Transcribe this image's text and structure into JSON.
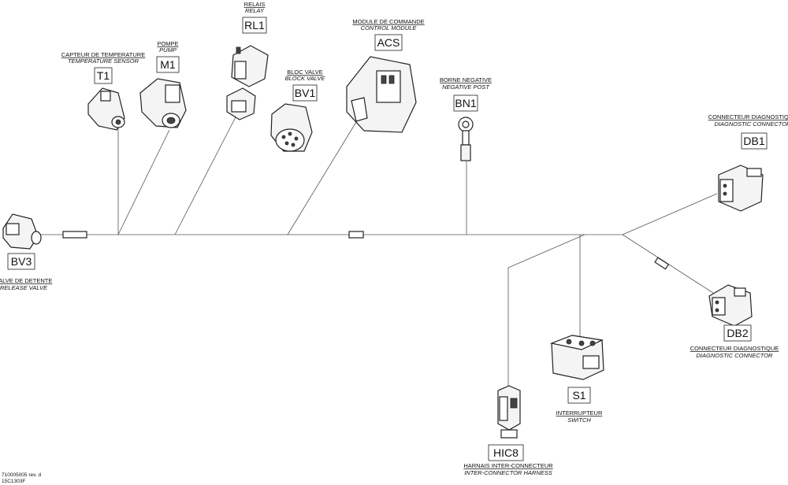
{
  "components": {
    "t1": {
      "code": "T1",
      "fr": "CAPTEUR DE TEMPERATURE",
      "en": "TEMPERATURE SENSOR"
    },
    "m1": {
      "code": "M1",
      "fr": "POMPE",
      "en": "PUMP"
    },
    "rl1": {
      "code": "RL1",
      "fr": "RELAIS",
      "en": "RELAY"
    },
    "bv1": {
      "code": "BV1",
      "fr": "BLOC VALVE",
      "en": "BLOCK VALVE"
    },
    "acs": {
      "code": "ACS",
      "fr": "MODULE DE COMMANDE",
      "en": "CONTROL MODULE"
    },
    "bn1": {
      "code": "BN1",
      "fr": "BORNE NEGATIVE",
      "en": "NEGATIVE POST"
    },
    "db1": {
      "code": "DB1",
      "fr": "CONNECTEUR DIAGNOSTIQUE",
      "en": "DIAGNOSTIC CONNECTOR"
    },
    "bv3": {
      "code": "BV3",
      "fr": "VALVE DE DETENTE",
      "en": "RELEASE VALVE"
    },
    "db2": {
      "code": "DB2",
      "fr": "CONNECTEUR DIAGNOSTIQUE",
      "en": "DIAGNOSTIC CONNECTOR"
    },
    "s1": {
      "code": "S1",
      "fr": "INTERRUPTEUR",
      "en": "SWITCH"
    },
    "hic8": {
      "code": "HIC8",
      "fr": "HARNAIS INTER-CONNECTEUR",
      "en": "INTER-CONNECTOR HARNESS"
    }
  },
  "footer": {
    "doc_number": "710005005 rev. d",
    "image_code": "15C1303F"
  }
}
